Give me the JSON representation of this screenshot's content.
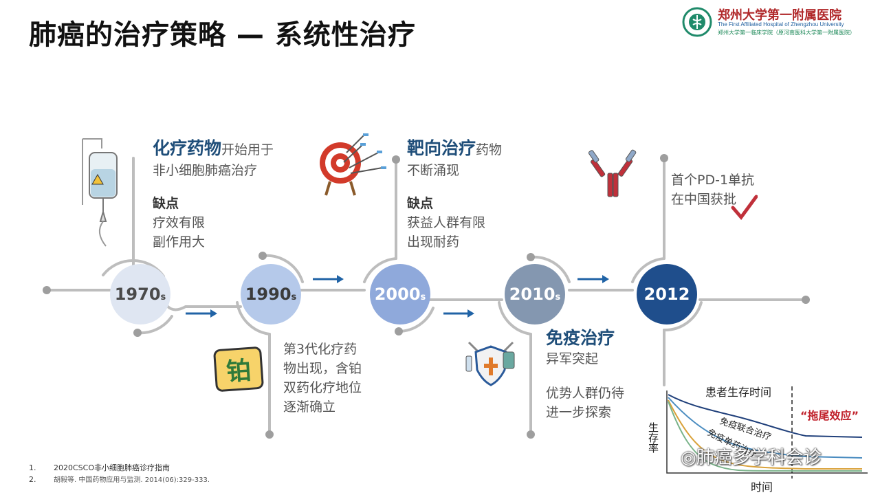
{
  "title": "肺癌的治疗策略 — 系统性治疗",
  "logo": {
    "name_cn": "郑州大学第一附属医院",
    "name_en": "The First Affiliated Hospital of Zhengzhou University",
    "subtitle": "郑州大学第一临床学院（原河南医科大学第一附属医院）"
  },
  "eras": [
    {
      "year": "1970",
      "suffix": "s"
    },
    {
      "year": "1990",
      "suffix": "s"
    },
    {
      "year": "2000",
      "suffix": "s"
    },
    {
      "year": "2010",
      "suffix": "s"
    },
    {
      "year": "2012",
      "suffix": ""
    }
  ],
  "blocks": {
    "chemo": {
      "highlight": "化疗药物",
      "rest": "开始用于",
      "line2": "非小细胞肺癌治疗",
      "drawback_label": "缺点",
      "drawbacks": [
        "疗效有限",
        "副作用大"
      ]
    },
    "third_gen": {
      "lines": [
        "第3代化疗药",
        "物出现，含铂",
        "双药化疗地位",
        "逐渐确立"
      ]
    },
    "targeted": {
      "highlight": "靶向治疗",
      "rest": "药物",
      "line2": "不断涌现",
      "drawback_label": "缺点",
      "drawbacks": [
        "获益人群有限",
        "出现耐药"
      ]
    },
    "immuno": {
      "highlight": "免疫治疗",
      "line2": "异军突起",
      "lines": [
        "优势人群仍待",
        "进一步探索"
      ]
    },
    "pd1": {
      "lines": [
        "首个PD-1单抗",
        "在中国获批"
      ]
    }
  },
  "platinum_char": "铂",
  "survival_chart": {
    "title": "患者生存时间",
    "ylabel": "生存率",
    "xlabel": "时间",
    "annotation": "“拖尾效应”",
    "series": [
      {
        "name": "免疫联合治疗",
        "color": "#1f3f7a"
      },
      {
        "name": "免疫单药治疗",
        "color": "#4a8cc0"
      },
      {
        "name": "",
        "color": "#d9a23a"
      },
      {
        "name": "",
        "color": "#7ab38a"
      }
    ]
  },
  "references": [
    {
      "num": "1.",
      "text": "2020CSCO非小细胞肺癌诊疗指南"
    },
    {
      "num": "2.",
      "text": "胡毅等. 中国药物应用与监测. 2014(06):329-333."
    }
  ],
  "watermark": "肺癌多学科会诊",
  "colors": {
    "accent": "#1f4e79",
    "era1": "#dfe6f2",
    "era2": "#b5c9ea",
    "era3": "#8fa9db",
    "era4": "#8497b0",
    "era5": "#1f4e8c",
    "arrow": "#2063a6"
  }
}
